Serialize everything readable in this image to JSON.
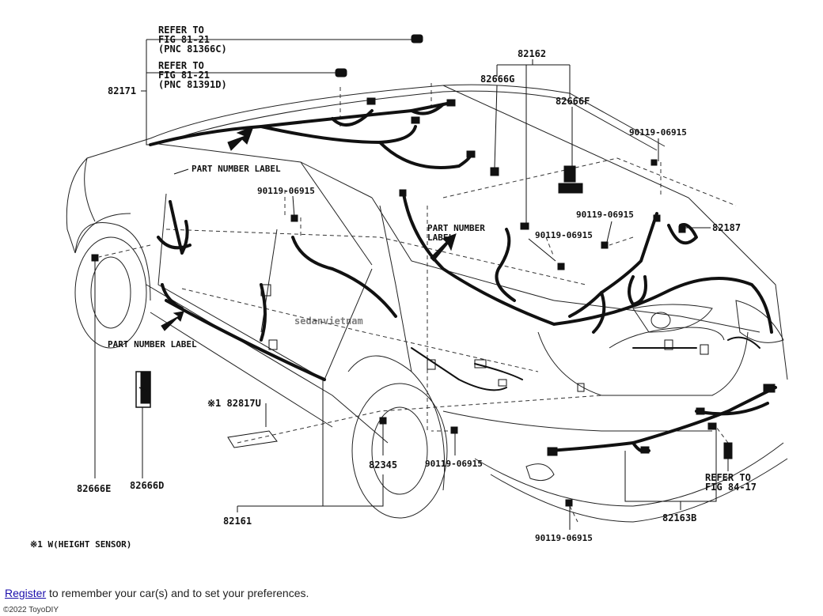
{
  "callouts": {
    "refer_81366c": [
      "REFER TO",
      "FIG 81-21",
      "(PNC 81366C)"
    ],
    "refer_81391d": [
      "REFER TO",
      "FIG 81-21",
      "(PNC 81391D)"
    ],
    "refer_84_17": [
      "REFER TO",
      "FIG 84-17"
    ],
    "p82171": "82171",
    "p82162": "82162",
    "p82666g": "82666G",
    "p82666f": "82666F",
    "p82187": "82187",
    "p82817u": "※1 82817U",
    "p82345": "82345",
    "p82666e": "82666E",
    "p82666d": "82666D",
    "p82161": "82161",
    "p82163b": "82163B",
    "bolts": [
      "90119-06915",
      "90119-06915",
      "90119-06915",
      "90119-06915",
      "90119-06915",
      "90119-06915"
    ],
    "label_top": "PART NUMBER LABEL",
    "label_mid": [
      "PART NUMBER",
      "LABEL"
    ],
    "label_left": "PART NUMBER LABEL"
  },
  "footnote": "※1 W(HEIGHT SENSOR)",
  "watermark": "sedanvietnam",
  "footer": {
    "link": "Register",
    "text": " to remember your car(s) and to set your preferences."
  },
  "copyright": "©2022 ToyoDIY"
}
